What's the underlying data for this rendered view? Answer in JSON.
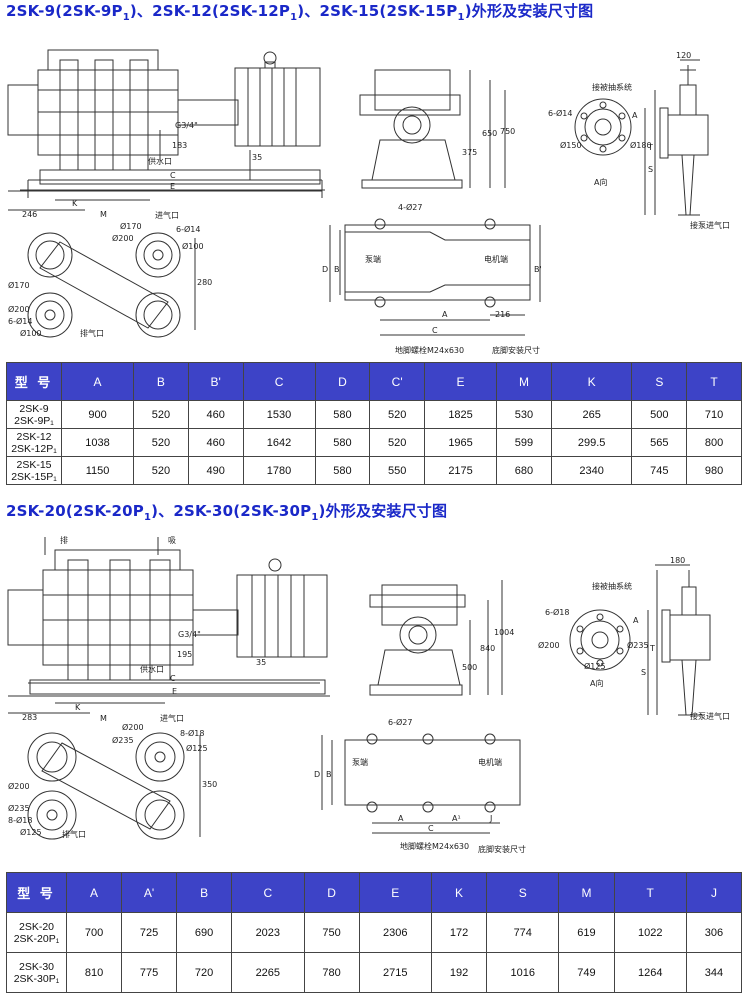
{
  "section1": {
    "title_parts": [
      "2SK-9(2SK-9P",
      "1",
      ")、2SK-12(2SK-12P",
      "1",
      ")、2SK-15(2SK-15P",
      "1",
      ")外形及安装尺寸图"
    ],
    "labels": {
      "g_port": "G3/4\"",
      "d183": "183",
      "water_inlet": "供水口",
      "d35": "35",
      "C": "C",
      "E": "E",
      "d246": "246",
      "K": "K",
      "M": "M",
      "inlet_port": "进气口",
      "d170a": "Ø170",
      "d200a": "Ø200",
      "d14a": "6-Ø14",
      "d100a": "Ø100",
      "d280": "280",
      "d170b": "Ø170",
      "d200b": "Ø200",
      "d14b": "6-Ø14",
      "d100b": "Ø100",
      "exhaust_port": "排气口",
      "d375": "375",
      "d650": "650",
      "T": "T",
      "foot_holes": "4-Ø27",
      "pump_end": "泵端",
      "motor_end": "电机端",
      "D": "D",
      "B": "B",
      "B_prime": "B'",
      "A": "A",
      "d216": "216",
      "bolt": "地脚螺栓M24x630",
      "foot_size": "底脚安装尺寸",
      "d120": "120",
      "connect_system": "接被抽系统",
      "holes_6_14": "6-Ø14",
      "A_arrow": "A",
      "d150": "Ø150",
      "d180": "Ø180",
      "S": "S",
      "A_view": "A向",
      "pump_inlet": "接泵进气口"
    },
    "table": {
      "headers": [
        "型 号",
        "A",
        "B",
        "B'",
        "C",
        "D",
        "C'",
        "E",
        "M",
        "K",
        "S",
        "T"
      ],
      "rows": [
        {
          "m1": "2SK-9",
          "m2": "2SK-9P₁",
          "v": [
            "900",
            "520",
            "460",
            "1530",
            "580",
            "520",
            "1825",
            "530",
            "265",
            "500",
            "710"
          ]
        },
        {
          "m1": "2SK-12",
          "m2": "2SK-12P₁",
          "v": [
            "1038",
            "520",
            "460",
            "1642",
            "580",
            "520",
            "1965",
            "599",
            "299.5",
            "565",
            "800"
          ]
        },
        {
          "m1": "2SK-15",
          "m2": "2SK-15P₁",
          "v": [
            "1150",
            "520",
            "490",
            "1780",
            "580",
            "550",
            "2175",
            "680",
            "2340",
            "745",
            "980"
          ]
        }
      ]
    }
  },
  "section2": {
    "title_parts": [
      "2SK-20(2SK-20P",
      "1",
      ")、2SK-30(2SK-30P",
      "1",
      ")外形及安装尺寸图"
    ],
    "labels": {
      "exhaust": "排",
      "suction": "吸",
      "g_port": "G3/4\"",
      "d195": "195",
      "water_inlet": "供水口",
      "d35": "35",
      "C": "C",
      "E": "E",
      "d283": "283",
      "K": "K",
      "M": "M",
      "inlet_port": "进气口",
      "d200a": "Ø200",
      "d235a": "Ø235",
      "d18a": "8-Ø18",
      "d125a": "Ø125",
      "d350": "350",
      "d200b": "Ø200",
      "d235b": "Ø235",
      "d18b": "8-Ø18",
      "d125b": "Ø125",
      "exhaust_port": "排气口",
      "d500": "500",
      "d840": "840",
      "d1004": "1004",
      "foot_holes": "6-Ø27",
      "pump_end": "泵端",
      "motor_end": "电机端",
      "D": "D",
      "B": "B",
      "A": "A",
      "A1": "A¹",
      "J": "J",
      "bolt": "地脚螺栓M24x630",
      "foot_size": "底脚安装尺寸",
      "d180": "180",
      "connect_system": "接被抽系统",
      "holes_6_18": "6-Ø18",
      "A_arrow": "A",
      "d200c": "Ø200",
      "d235c": "Ø235",
      "d125c": "Ø125",
      "T": "T",
      "S": "S",
      "A_view": "A向",
      "pump_inlet": "接泵进气口"
    },
    "table": {
      "headers": [
        "型 号",
        "A",
        "A'",
        "B",
        "C",
        "D",
        "E",
        "K",
        "S",
        "M",
        "T",
        "J"
      ],
      "rows": [
        {
          "m1": "2SK-20",
          "m2": "2SK-20P₁",
          "v": [
            "700",
            "725",
            "690",
            "2023",
            "750",
            "2306",
            "172",
            "774",
            "619",
            "1022",
            "306"
          ]
        },
        {
          "m1": "2SK-30",
          "m2": "2SK-30P₁",
          "v": [
            "810",
            "775",
            "720",
            "2265",
            "780",
            "2715",
            "192",
            "1016",
            "749",
            "1264",
            "344"
          ]
        }
      ]
    }
  },
  "colors": {
    "title": "#1a28c8",
    "table_header": "#3d43c7"
  }
}
